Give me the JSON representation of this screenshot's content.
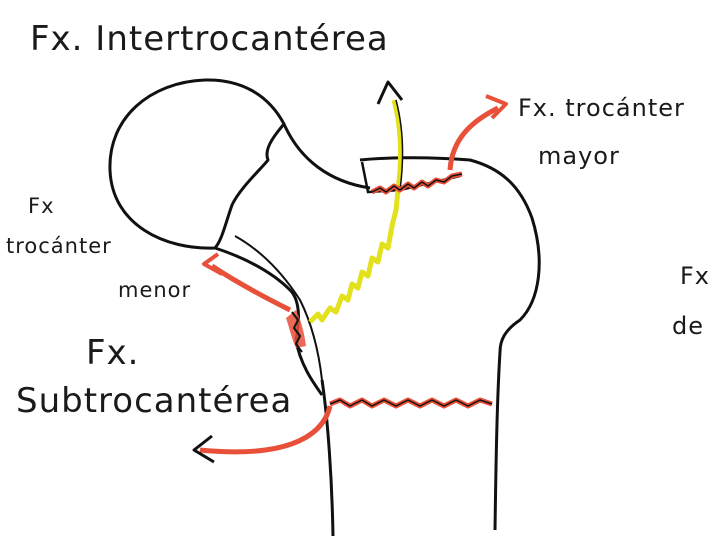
{
  "labels": {
    "intertrocanterea": "Fx. Intertrocantérea",
    "trocanter_mayor_1": "Fx. trocánter",
    "trocanter_mayor_2": "mayor",
    "trocanter_menor_1": "Fx",
    "trocanter_menor_2": "trocánter",
    "trocanter_menor_3": "menor",
    "subtrocanterea_1": "Fx.",
    "subtrocanterea_2": "Subtrocantérea",
    "cut_1": "Fx",
    "cut_2": "de"
  },
  "colors": {
    "outline": "#111111",
    "red_marker": "#e8503a",
    "red_shadow": "#f4b3a4",
    "yellow_marker": "#e3e01c",
    "yellow_shadow": "#f3f0a0"
  }
}
